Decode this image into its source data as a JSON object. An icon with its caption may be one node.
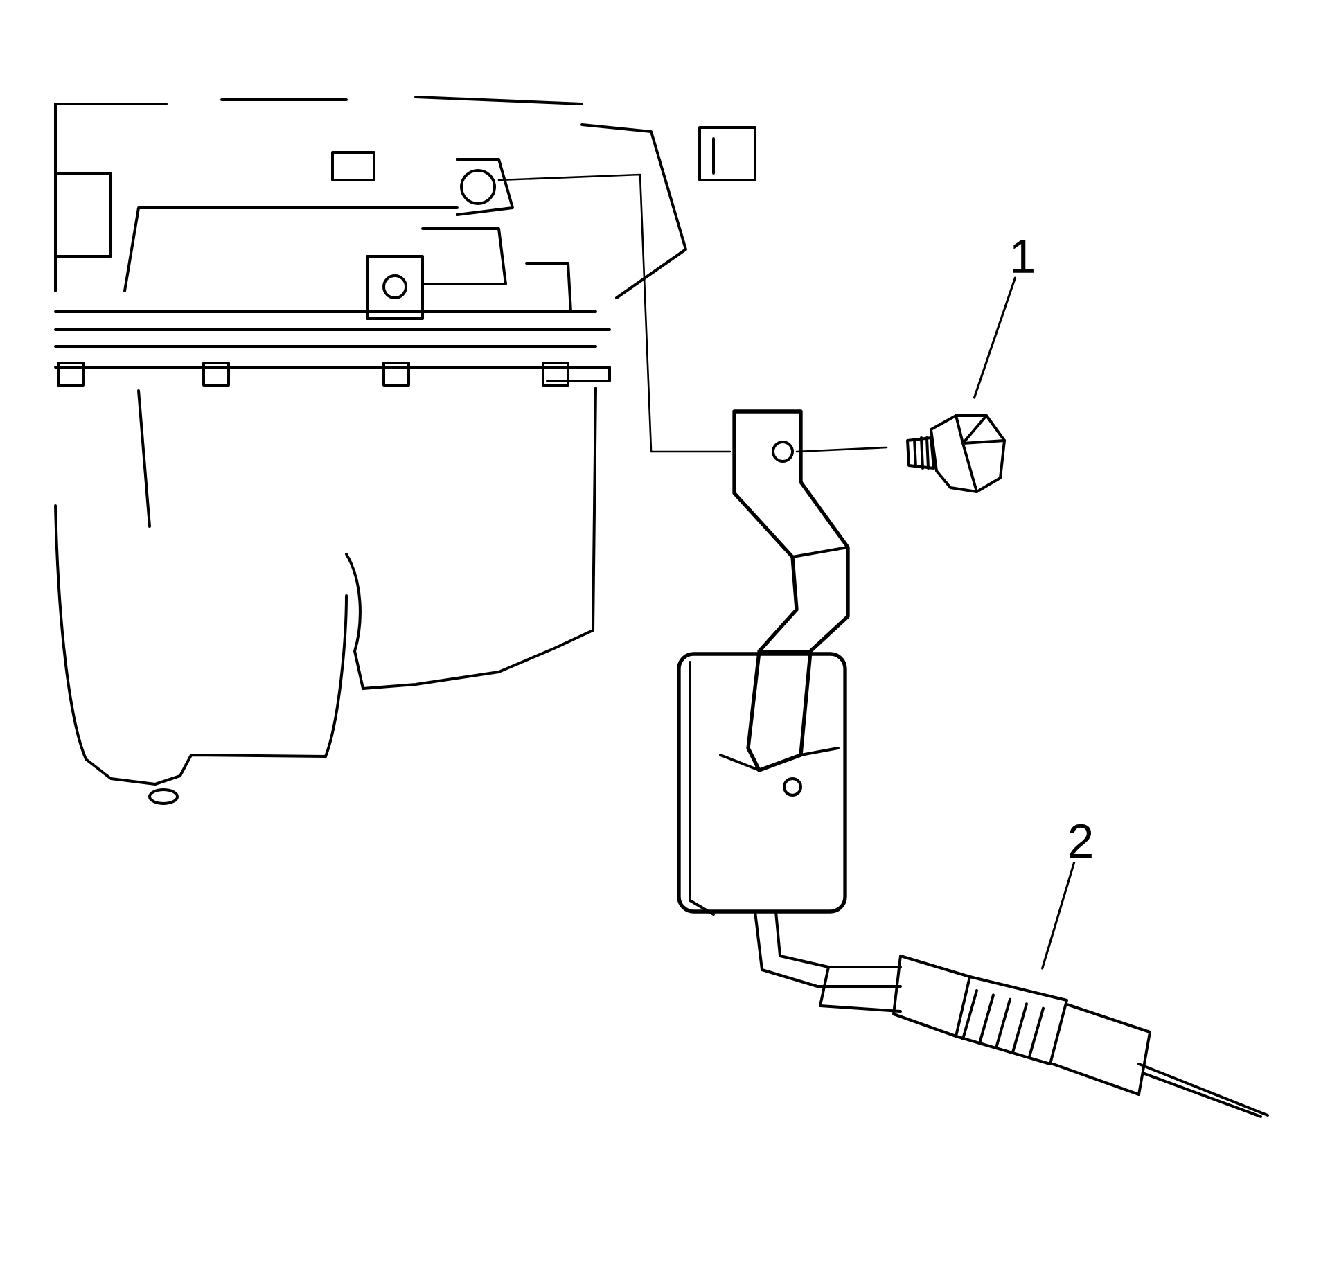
{
  "diagram": {
    "nodes": [
      {
        "text": [
          "1"
        ]
      },
      {
        "text": [],
        "shape": "picture"
      },
      {
        "text": [
          "2"
        ]
      },
      {
        "text": [],
        "shape": "picture"
      }
    ],
    "edges": [
      {
        "from": 0,
        "to": 1,
        "arrow": "none"
      },
      {
        "from": 2,
        "to": 3,
        "arrow": "none"
      }
    ]
  }
}
